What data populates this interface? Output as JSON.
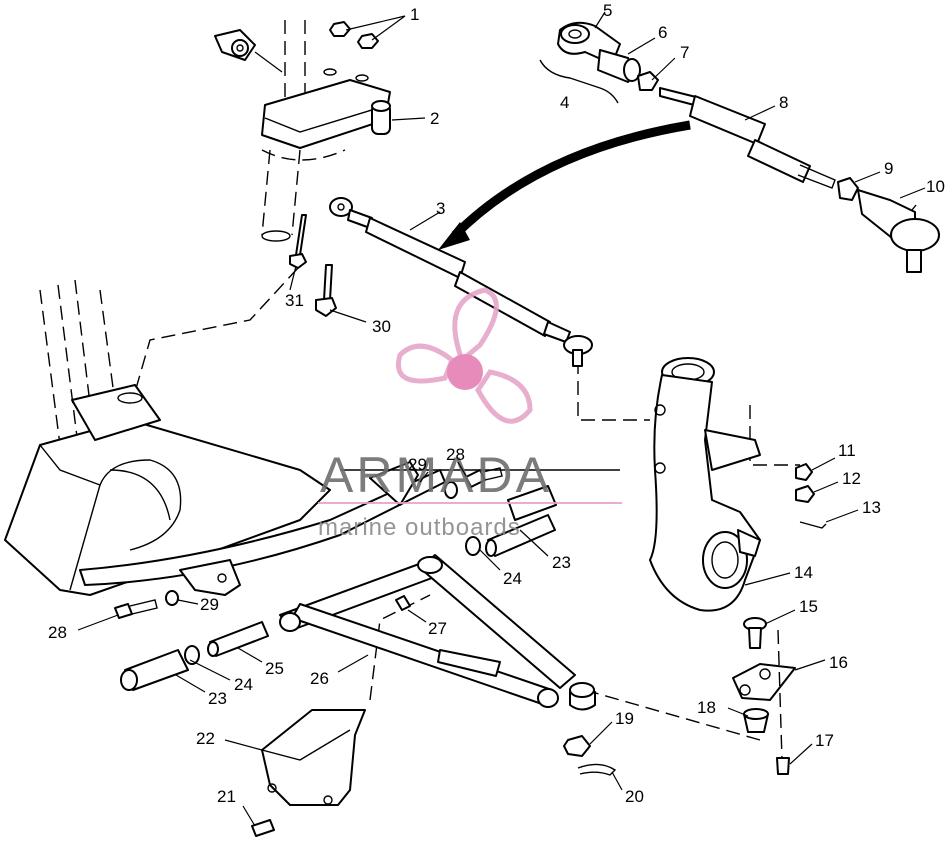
{
  "watermark": {
    "brand": "ARMADA",
    "tagline": "marine outboards",
    "accent_color": "#e6a6c9",
    "hub_color": "#e57fb4"
  },
  "callouts": [
    {
      "id": "1",
      "text": "1"
    },
    {
      "id": "2",
      "text": "2"
    },
    {
      "id": "3",
      "text": "3"
    },
    {
      "id": "4",
      "text": "4"
    },
    {
      "id": "5",
      "text": "5"
    },
    {
      "id": "6",
      "text": "6"
    },
    {
      "id": "7",
      "text": "7"
    },
    {
      "id": "8",
      "text": "8"
    },
    {
      "id": "9",
      "text": "9"
    },
    {
      "id": "10",
      "text": "10"
    },
    {
      "id": "11",
      "text": "11"
    },
    {
      "id": "12",
      "text": "12"
    },
    {
      "id": "13",
      "text": "13"
    },
    {
      "id": "14",
      "text": "14"
    },
    {
      "id": "15",
      "text": "15"
    },
    {
      "id": "16",
      "text": "16"
    },
    {
      "id": "17",
      "text": "17"
    },
    {
      "id": "18",
      "text": "18"
    },
    {
      "id": "19",
      "text": "19"
    },
    {
      "id": "20",
      "text": "20"
    },
    {
      "id": "21",
      "text": "21"
    },
    {
      "id": "22",
      "text": "22"
    },
    {
      "id": "23a",
      "text": "23"
    },
    {
      "id": "23b",
      "text": "23"
    },
    {
      "id": "24a",
      "text": "24"
    },
    {
      "id": "24b",
      "text": "24"
    },
    {
      "id": "25",
      "text": "25"
    },
    {
      "id": "26",
      "text": "26"
    },
    {
      "id": "27",
      "text": "27"
    },
    {
      "id": "28a",
      "text": "28"
    },
    {
      "id": "28b",
      "text": "28"
    },
    {
      "id": "29a",
      "text": "29"
    },
    {
      "id": "29b",
      "text": "29"
    },
    {
      "id": "30",
      "text": "30"
    },
    {
      "id": "31",
      "text": "31"
    }
  ]
}
